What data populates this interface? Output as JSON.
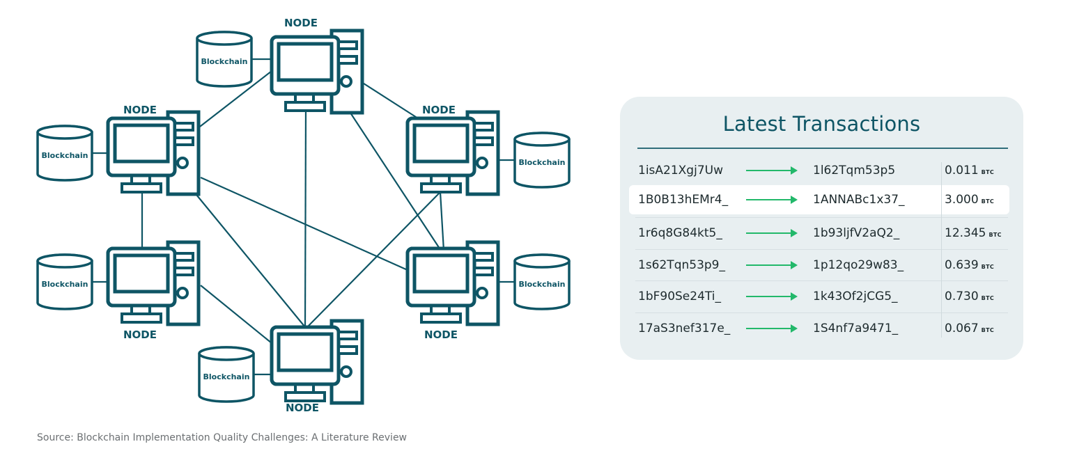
{
  "diagram": {
    "node_label": "NODE",
    "db_label": "Blockchain",
    "nodes": [
      {
        "id": "top",
        "label": "NODE",
        "db_label": "Blockchain"
      },
      {
        "id": "upper-left",
        "label": "NODE",
        "db_label": "Blockchain"
      },
      {
        "id": "upper-right",
        "label": "NODE",
        "db_label": "Blockchain"
      },
      {
        "id": "lower-left",
        "label": "NODE",
        "db_label": "Blockchain"
      },
      {
        "id": "lower-right",
        "label": "NODE",
        "db_label": "Blockchain"
      },
      {
        "id": "bottom",
        "label": "NODE",
        "db_label": "Blockchain"
      }
    ],
    "connections": [
      [
        "top",
        "upper-left"
      ],
      [
        "top",
        "upper-right"
      ],
      [
        "top",
        "bottom"
      ],
      [
        "top",
        "lower-right"
      ],
      [
        "upper-left",
        "lower-left"
      ],
      [
        "upper-left",
        "lower-right"
      ],
      [
        "upper-left",
        "bottom"
      ],
      [
        "upper-right",
        "bottom"
      ],
      [
        "upper-right",
        "lower-right"
      ],
      [
        "lower-left",
        "bottom"
      ]
    ],
    "colors": {
      "stroke": "#0e5565",
      "arrow": "#22b86a",
      "panel_bg": "#e8eff1"
    }
  },
  "transactions": {
    "title": "Latest Transactions",
    "unit": "BTC",
    "highlighted_row": 1,
    "rows": [
      {
        "from": "1isA21Xgj7Uw",
        "to": "1l62Tqm53p5",
        "amount": "0.011"
      },
      {
        "from": "1B0B13hEMr4_",
        "to": "1ANNABc1x37_",
        "amount": "3.000"
      },
      {
        "from": "1r6q8G84kt5_",
        "to": "1b93ljfV2aQ2_",
        "amount": "12.345"
      },
      {
        "from": "1s62Tqn53p9_",
        "to": "1p12qo29w83_",
        "amount": "0.639"
      },
      {
        "from": "1bF90Se24Ti_",
        "to": "1k43Of2jCG5_",
        "amount": "0.730"
      },
      {
        "from": "17aS3nef317e_",
        "to": "1S4nf7a9471_",
        "amount": "0.067"
      }
    ]
  },
  "source": "Source: Blockchain Implementation Quality Challenges: A Literature Review"
}
